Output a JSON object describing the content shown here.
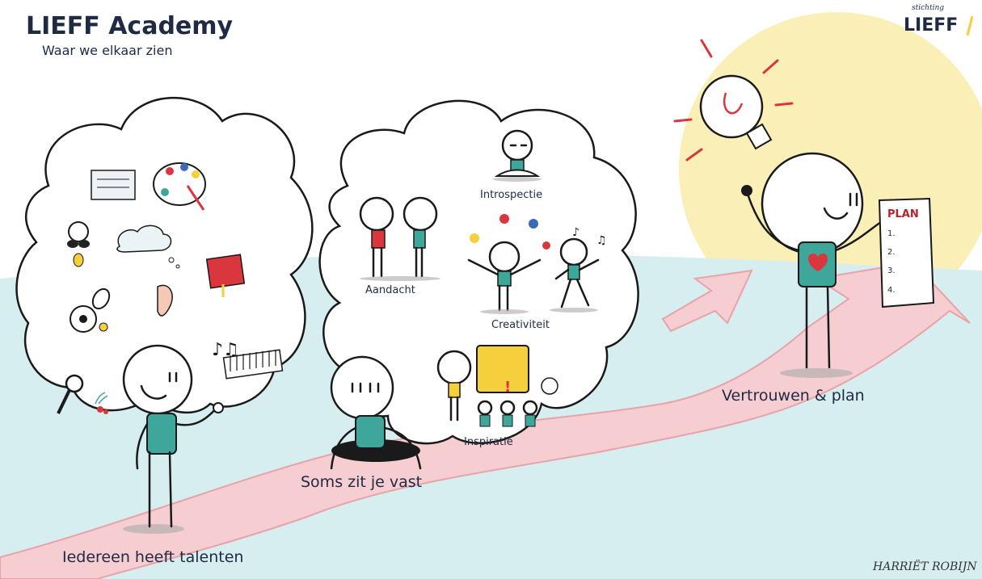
{
  "header": {
    "title": "LIEFF Academy",
    "subtitle": "Waar we elkaar zien"
  },
  "logo": {
    "small": "stichting",
    "name": "LIEFF"
  },
  "thought_bubble_1": {
    "icons": [
      "calculator-icon",
      "palette-icon",
      "goggles-icon",
      "cloud-icon",
      "book-icon",
      "ball-and-racket-icon",
      "ear-icon",
      "music-notes-icon",
      "piano-keys-icon",
      "magnifier-icon",
      "cherries-icon"
    ]
  },
  "thought_bubble_2": {
    "labels": {
      "introspectie": "Introspectie",
      "aandacht": "Aandacht",
      "creativiteit": "Creativiteit",
      "inspiratie": "Inspiratie"
    }
  },
  "plan_sheet": {
    "title": "PLAN",
    "items": [
      "1.",
      "2.",
      "3.",
      "4."
    ]
  },
  "captions": {
    "talents": "Iedereen heeft talenten",
    "stuck": "Soms zit je vast",
    "trust": "Vertrouwen & plan"
  },
  "signature": "HARRIËT ROBIJN",
  "colors": {
    "ink": "#1f2a44",
    "teal": "#3fa69c",
    "red": "#d9363e",
    "yellow": "#f5cf3c",
    "pink_path": "#f6cdd0",
    "sky": "#d7eef0",
    "sun": "#faefb6"
  }
}
